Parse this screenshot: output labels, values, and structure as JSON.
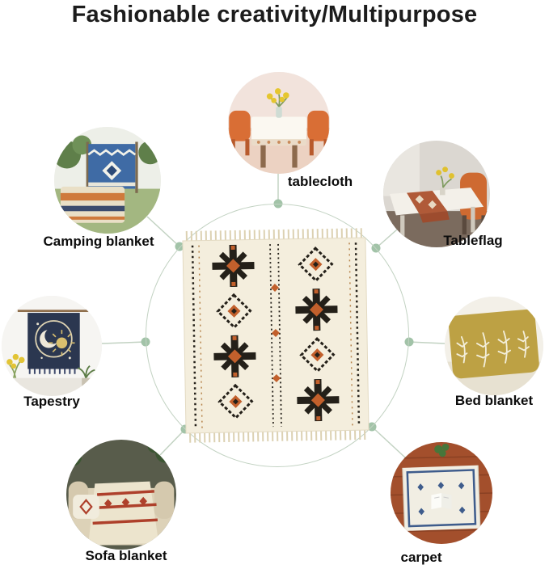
{
  "title": "Fashionable creativity/Multipurpose",
  "uses": [
    {
      "id": "tablecloth",
      "label": "tablecloth"
    },
    {
      "id": "tableflag",
      "label": "Tableflag"
    },
    {
      "id": "bed-blanket",
      "label": "Bed blanket"
    },
    {
      "id": "carpet",
      "label": "carpet"
    },
    {
      "id": "sofa-blanket",
      "label": "Sofa blanket"
    },
    {
      "id": "tapestry",
      "label": "Tapestry"
    },
    {
      "id": "camping-blanket",
      "label": "Camping blanket"
    }
  ],
  "center_product": {
    "description": "Boho geometric woven throw blanket with fringe tassels",
    "base_color": "#f4eedd",
    "motif_dark": "#242019",
    "motif_accent": "#c2602c"
  },
  "colors": {
    "connector_dot": "#a2c3a8",
    "connector_line": "#c2d2c2",
    "hub_ring": "#c2d2c2",
    "title_text": "#1c1c1c",
    "label_text": "#0c0c0c",
    "background": "#ffffff"
  }
}
